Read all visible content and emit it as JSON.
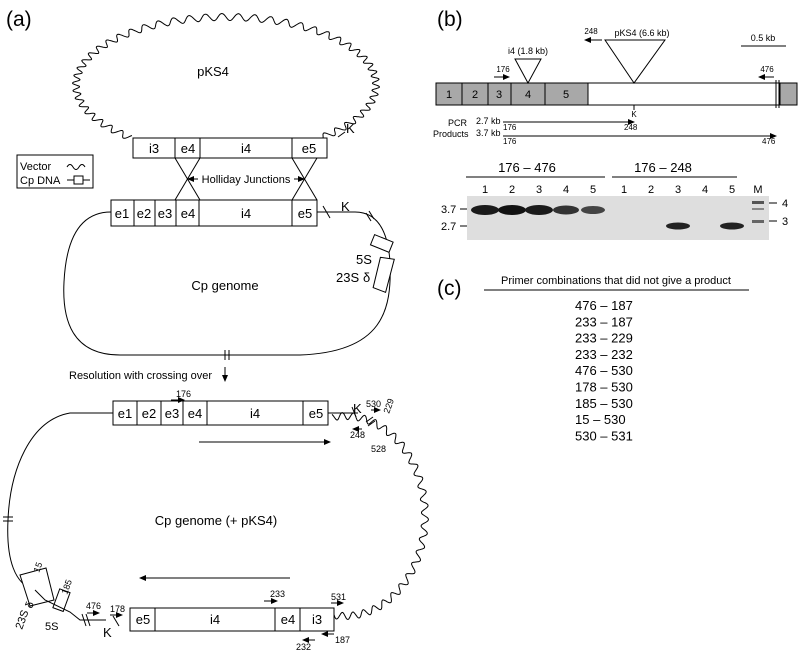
{
  "panels": {
    "a": "(a)",
    "b": "(b)",
    "c": "(c)"
  },
  "legend": {
    "vector": "Vector",
    "cp_dna": "Cp DNA"
  },
  "plasmid": {
    "name": "pKS4",
    "k": "K"
  },
  "construct_top": [
    "i3",
    "e4",
    "i4",
    "e5"
  ],
  "holliday": "Holliday Junctions",
  "genome": {
    "exons": [
      "e1",
      "e2",
      "e3",
      "e4",
      "i4",
      "e5"
    ],
    "k": "K",
    "five_s": "5S",
    "twentythree_s": "23S",
    "delta": "δ",
    "label": "Cp genome"
  },
  "resolution": "Resolution with crossing over",
  "integrated": {
    "exons": [
      "e1",
      "e2",
      "e3",
      "e4",
      "i4",
      "e5"
    ],
    "label": "Cp genome (+ pKS4)",
    "k": "K",
    "primers": {
      "p176": "176",
      "p530": "530",
      "p229": "229",
      "p248": "248",
      "p528": "528",
      "p15": "15",
      "p185": "185",
      "p476": "476",
      "p178": "178",
      "p233": "233",
      "p531": "531",
      "p187": "187",
      "p232": "232"
    },
    "five_s": "5S",
    "twentythree_s": "23S",
    "delta": "δ",
    "lower_exons": [
      "e5",
      "i4",
      "e4",
      "i3"
    ],
    "lower_k": "K"
  },
  "map_b": {
    "scale": "0.5 kb",
    "segments": [
      "1",
      "2",
      "3",
      "4",
      "5"
    ],
    "i4_insert": "i4 (1.8 kb)",
    "pks4_insert": "pKS4 (6.6 kb)",
    "p248": "248",
    "p176": "176",
    "p476": "476",
    "k": "K",
    "pcr_label_1": "PCR",
    "pcr_label_2": "Products",
    "prod1_size": "2.7 kb",
    "prod2_size": "3.7 kb",
    "prod1_left": "176",
    "prod1_right": "248",
    "prod2_left": "176",
    "prod2_right": "476"
  },
  "gel": {
    "group1": "176 – 476",
    "group2": "176 – 248",
    "lanes": [
      "1",
      "2",
      "3",
      "4",
      "5",
      "1",
      "2",
      "3",
      "4",
      "5",
      "M"
    ],
    "left_sizes": [
      "3.7",
      "2.7"
    ],
    "right_sizes": [
      "4",
      "3"
    ]
  },
  "table_c": {
    "heading": "Primer combinations that did not give a product",
    "rows": [
      "476 – 187",
      "233 – 187",
      "233 – 229",
      "233 – 232",
      "476 – 530",
      "178 – 530",
      "185 – 530",
      "15 – 530",
      "530 – 531"
    ]
  }
}
